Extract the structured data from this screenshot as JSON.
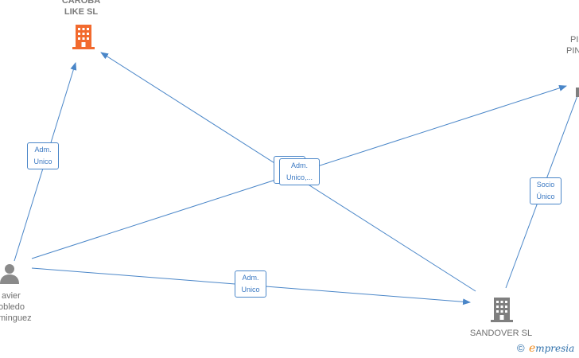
{
  "nodes": {
    "caroba": {
      "line1": "CAROBA",
      "line2": "LIKE  SL",
      "icon": "building-icon",
      "color": "#f26a2e"
    },
    "pi": {
      "line1": "PI",
      "line2": "PIN"
    },
    "sandover": {
      "label": "SANDOVER  SL",
      "icon": "building-icon",
      "color": "#7f7f7f"
    },
    "person": {
      "line1": "avier",
      "line2": "obledo",
      "line3": "minguez",
      "icon": "person-icon",
      "color": "#8a8a8a"
    }
  },
  "edges": {
    "person_caroba": {
      "line1": "Adm.",
      "line2": "Unico"
    },
    "center": {
      "line1": "Adm.",
      "line2": "Unico,..."
    },
    "person_sandover": {
      "line1": "Adm.",
      "line2": "Unico"
    },
    "sandover_pi": {
      "line1": "Socio",
      "line2": "Único"
    }
  },
  "colors": {
    "edge": "#4a86c8",
    "edge_text": "#3a78c2"
  },
  "brand": {
    "copyright": "©",
    "e": "e",
    "rest": "mpresia"
  }
}
